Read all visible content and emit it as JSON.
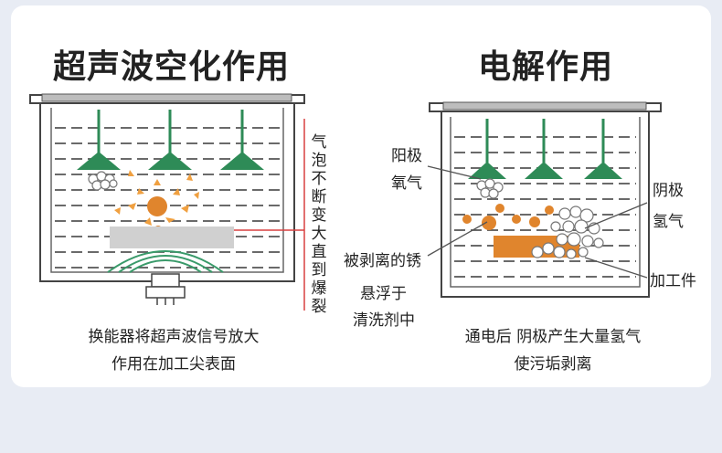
{
  "left": {
    "title": "超声波空化作用",
    "vertical_label": "气泡不断变大直到爆裂",
    "caption_line1": "换能器将超声波信号放大",
    "caption_line2": "作用在加工尖表面"
  },
  "right": {
    "title": "电解作用",
    "anode_line1": "阳极",
    "anode_line2": "氧气",
    "cathode_line1": "阴极",
    "cathode_line2": "氢气",
    "rust_label": "被剥离的锈",
    "suspend_line1": "悬浮于",
    "suspend_line2": "清洗剂中",
    "workpiece_label": "加工件",
    "caption_line1": "通电后 阴极产生大量氢气",
    "caption_line2": "使污垢剥离"
  },
  "colors": {
    "lamp_green": "#2e8b57",
    "rust_orange": "#e0852d",
    "tank_line": "#444444",
    "red_line": "#d84040"
  }
}
